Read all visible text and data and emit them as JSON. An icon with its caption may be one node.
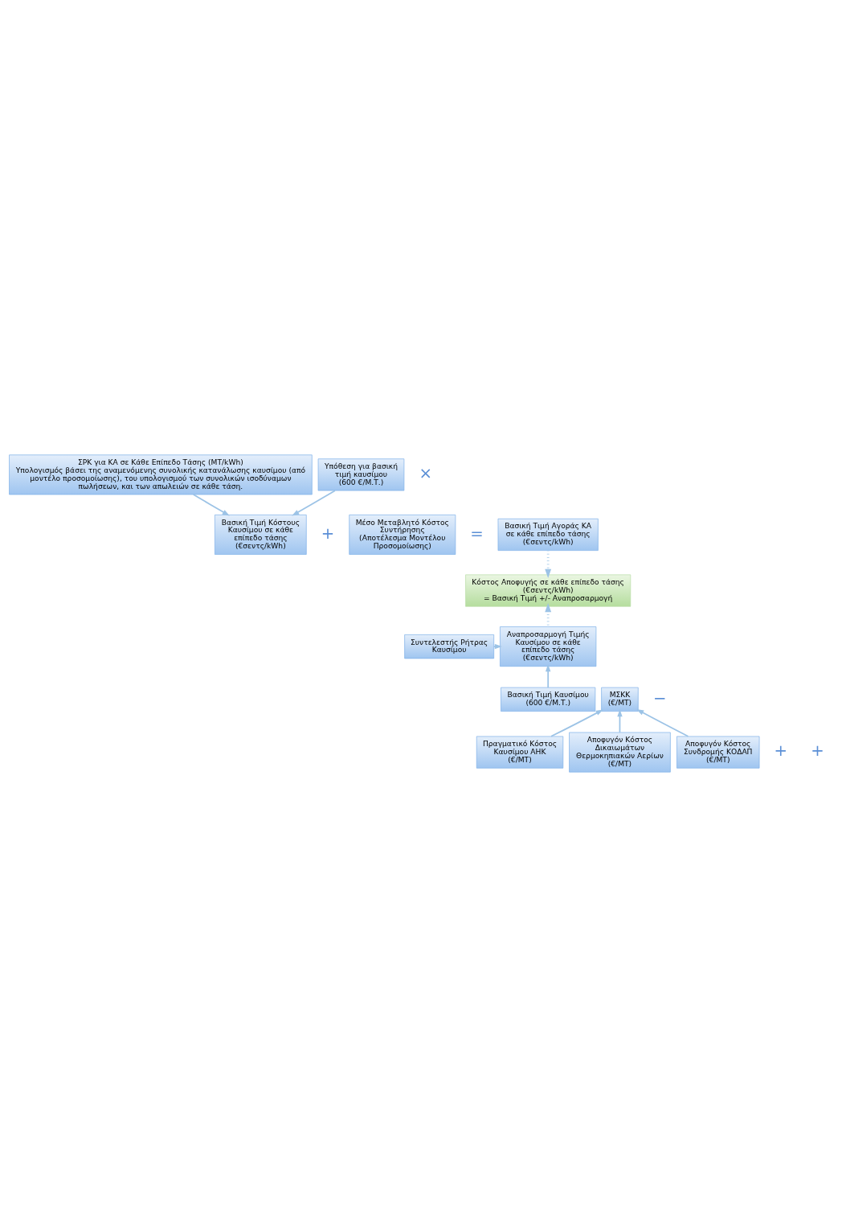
{
  "diagram": {
    "nodes": [
      {
        "text": [
          "ΣΡΚ για ΚΑ σε Κάθε Επίπεδο Τάσης (ΜΤ/kWh)",
          "Υπολογισμός βάσει της αναμενόμενης συνολικής κατανάλωσης καυσίμου (από μοντέλο προσομοίωσης), του υπολογισμού των συνολικών ισοδύναμων πωλήσεων, και των απωλειών σε κάθε τάση."
        ]
      },
      {
        "text": [
          "Υπόθεση για βασική τιμή καυσίμου",
          "(600 €/Μ.Τ.)"
        ]
      },
      {
        "text": [
          "Βασική Τιμή Κόστους Καυσίμου σε κάθε επίπεδο τάσης",
          "(€σεντς/kWh)"
        ]
      },
      {
        "text": [
          "Μέσο Μεταβλητό Κόστος Συντήρησης",
          "(Αποτέλεσμα Μοντέλου Προσομοίωσης)"
        ]
      },
      {
        "text": [
          "Βασική Τιμή Αγοράς ΚΑ σε κάθε επίπεδο τάσης",
          "(€σεντς/kWh)"
        ]
      },
      {
        "text": [
          "Κόστος Αποφυγής σε κάθε επίπεδο τάσης",
          "(€σεντς/kWh)",
          "= Βασική Τιμή +/- Αναπροσαρμογή"
        ]
      },
      {
        "text": [
          "Συντελεστής Ρήτρας Καυσίμου"
        ]
      },
      {
        "text": [
          "Αναπροσαρμογή Τιμής Καυσίμου σε κάθε επίπεδο τάσης",
          "(€σεντς/kWh)"
        ]
      },
      {
        "text": [
          "ΜΣΚΚ",
          "(€/ΜΤ)"
        ]
      },
      {
        "text": [
          "Βασική Τιμή Καυσίμου",
          "(600 €/Μ.Τ.)"
        ]
      },
      {
        "text": [
          "Πραγματικό Κόστος Καυσίμου ΑΗΚ",
          "(€/ΜΤ)"
        ]
      },
      {
        "text": [
          "Αποφυγόν Κόστος Δικαιωμάτων Θερμοκηπιακών Αερίων",
          "(€/ΜΤ)"
        ]
      },
      {
        "text": [
          "Αποφυγόν Κόστος Συνδρομής ΚΟΔΑΠ",
          "(€/ΜΤ)"
        ]
      }
    ],
    "edges": [
      {
        "from": 0,
        "to": 2,
        "arrow": "to"
      },
      {
        "from": 1,
        "to": 2,
        "arrow": "to"
      },
      {
        "from": 4,
        "to": 5,
        "arrow": "to",
        "style": "dashed"
      },
      {
        "from": 7,
        "to": 5,
        "arrow": "to",
        "style": "dashed"
      },
      {
        "from": 6,
        "to": 7,
        "arrow": "to"
      },
      {
        "from": 9,
        "to": 7,
        "arrow": "to"
      },
      {
        "from": 10,
        "to": 8,
        "arrow": "to"
      },
      {
        "from": 11,
        "to": 8,
        "arrow": "to"
      },
      {
        "from": 12,
        "to": 8,
        "arrow": "to"
      }
    ],
    "labels": [
      "×",
      "+",
      "=",
      "−",
      "+",
      "+"
    ]
  }
}
